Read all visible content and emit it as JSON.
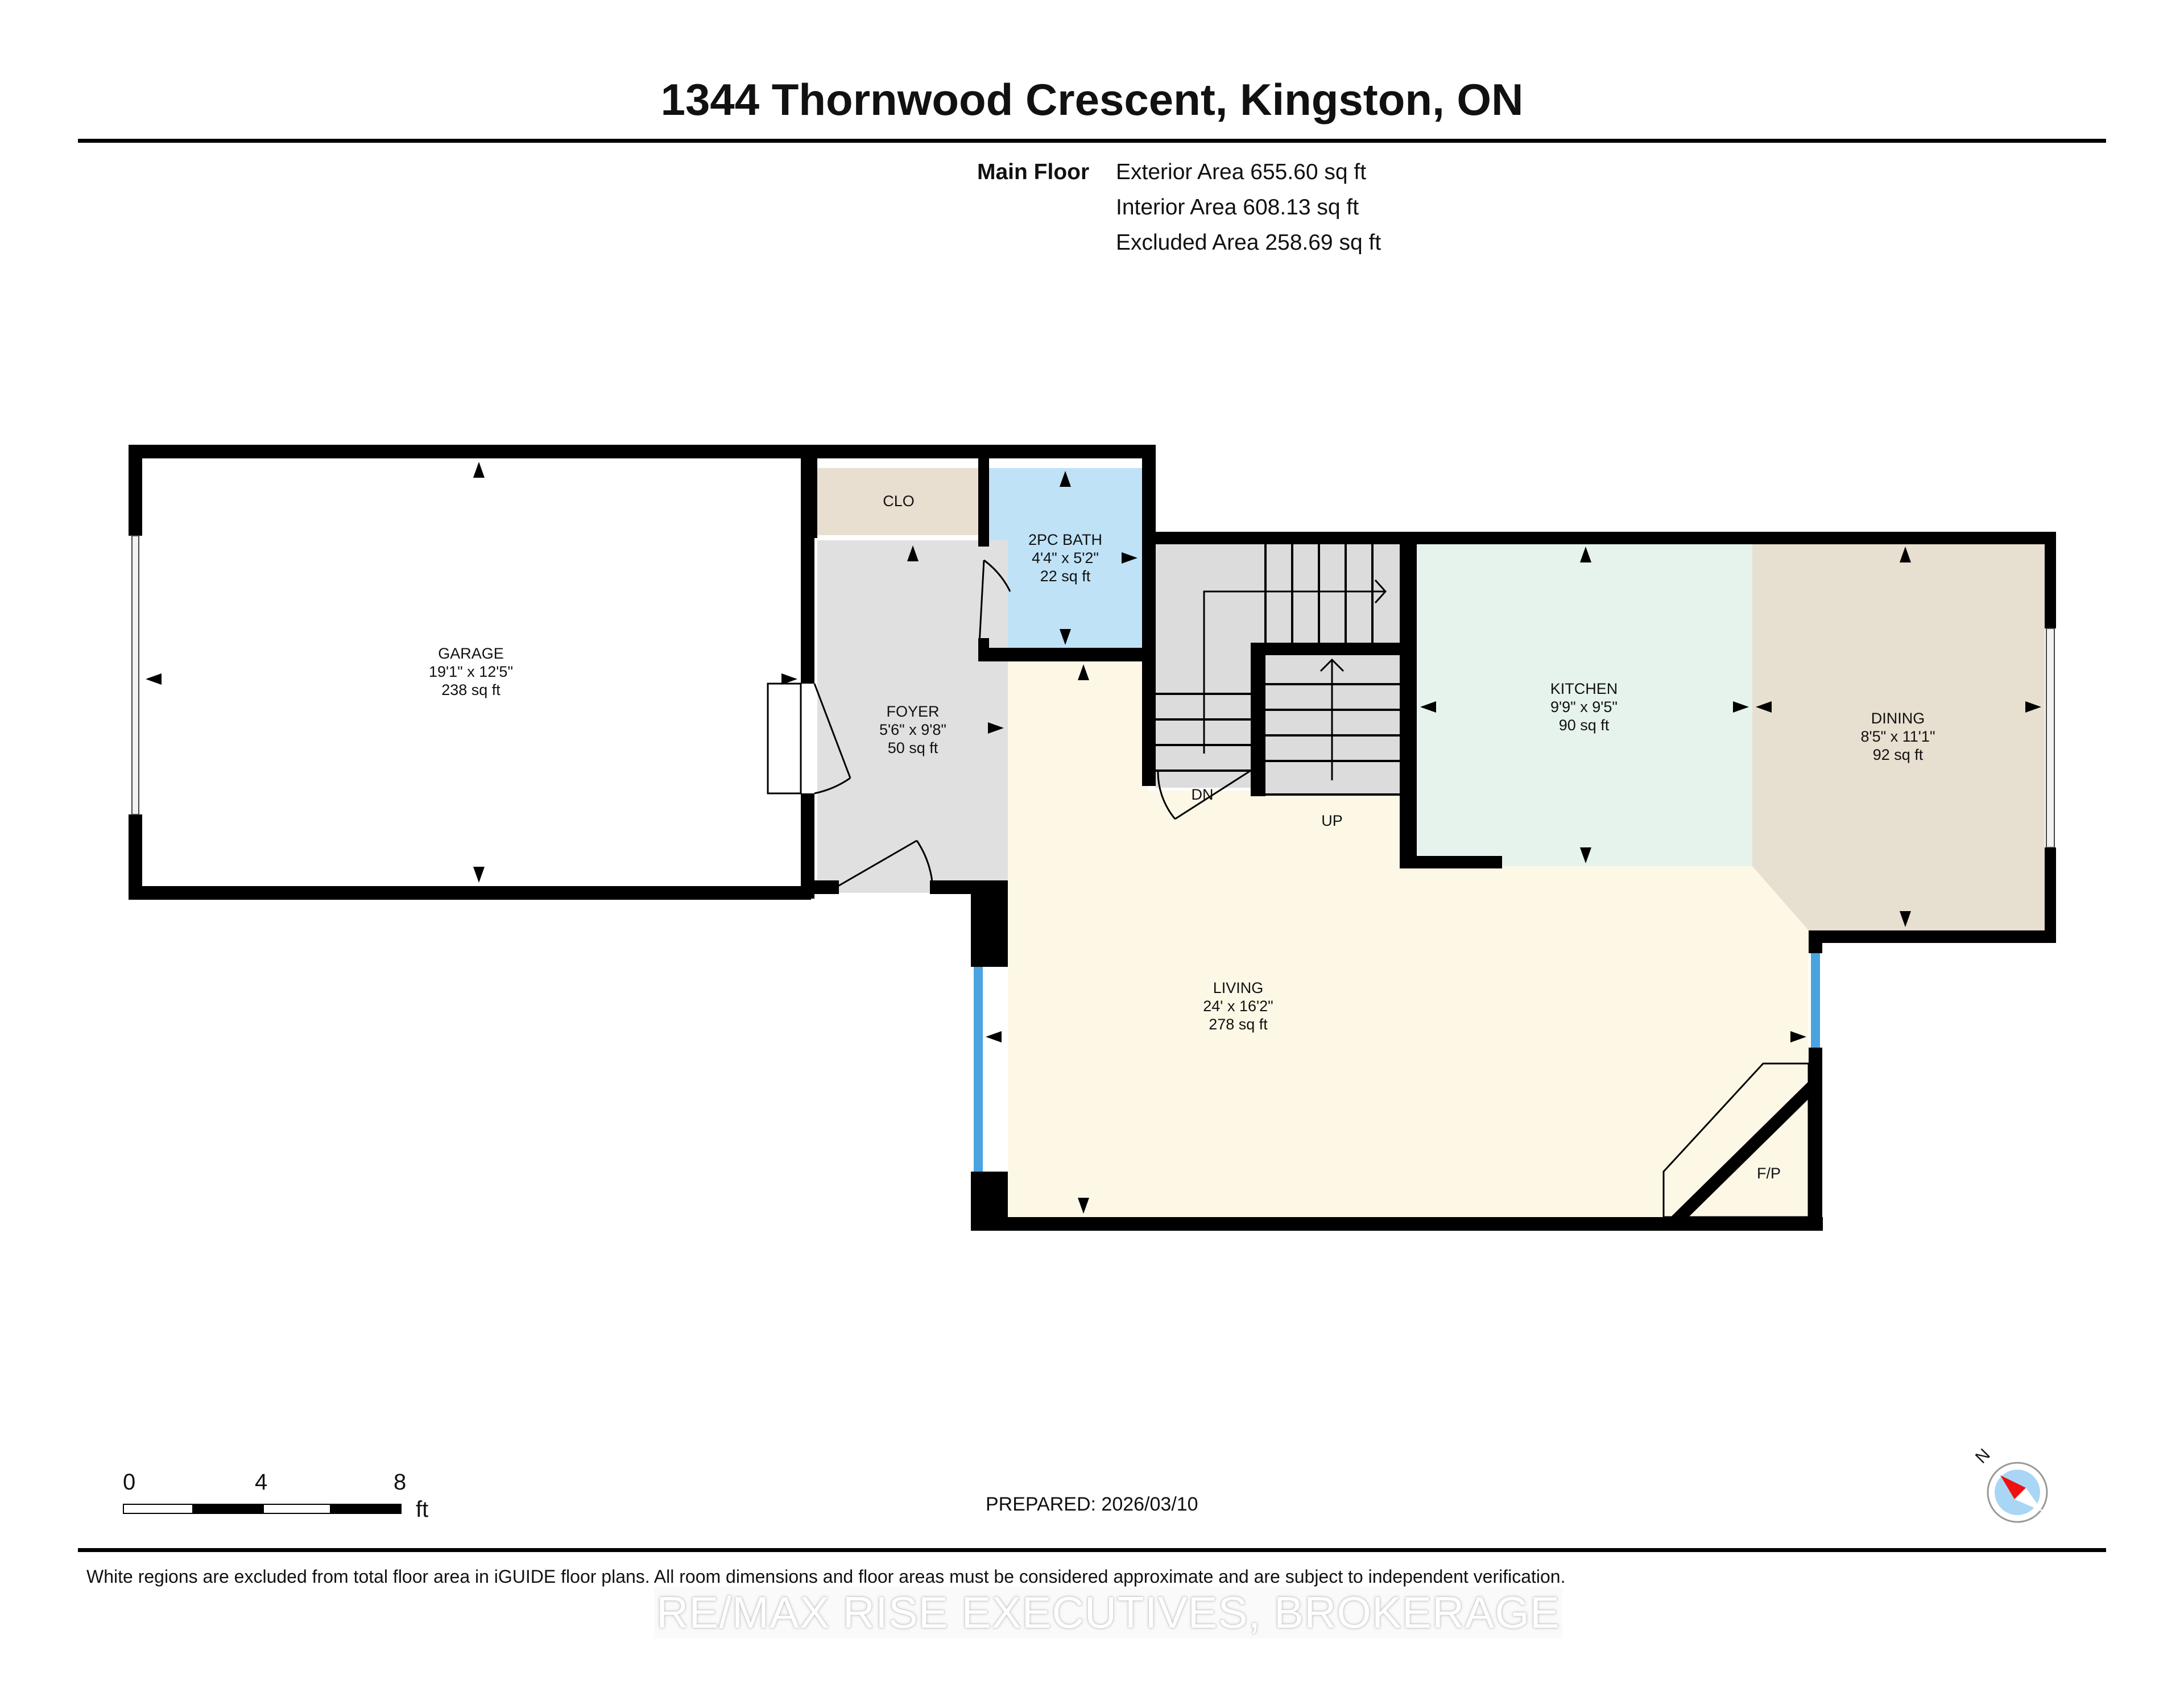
{
  "header": {
    "title": "1344 Thornwood Crescent, Kingston, ON"
  },
  "area_summary": {
    "floor_label": "Main Floor",
    "exterior": "Exterior Area 655.60 sq ft",
    "interior": "Interior Area 608.13 sq ft",
    "excluded": "Excluded Area 258.69 sq ft"
  },
  "rooms": [
    {
      "name": "GARAGE",
      "dims": "19'1\" x 12'5\"",
      "area": "238 sq ft",
      "color": "#ffffff"
    },
    {
      "name": "CLO",
      "dims": "",
      "area": "",
      "color": "#e8dfd0"
    },
    {
      "name": "2PC BATH",
      "dims": "4'4\" x 5'2\"",
      "area": "22 sq ft",
      "color": "#bfe2f7"
    },
    {
      "name": "FOYER",
      "dims": "5'6\" x 9'8\"",
      "area": "50 sq ft",
      "color": "#e0e0e0"
    },
    {
      "name": "KITCHEN",
      "dims": "9'9\" x 9'5\"",
      "area": "90 sq ft",
      "color": "#e6f3ec"
    },
    {
      "name": "DINING",
      "dims": "8'5\" x 11'1\"",
      "area": "92 sq ft",
      "color": "#e7dfd0"
    },
    {
      "name": "LIVING",
      "dims": "24' x 16'2\"",
      "area": "278 sq ft",
      "color": "#fdf8e6"
    }
  ],
  "annotations": {
    "stairs_down": "DN",
    "stairs_up": "UP",
    "fireplace": "F/P"
  },
  "scale_bar": {
    "ticks": [
      "0",
      "4",
      "8"
    ],
    "unit": "ft"
  },
  "compass": {
    "label": "N",
    "needle_color": "#ee1111",
    "dial_color": "#a9d6f5"
  },
  "footer": {
    "prepared": "PREPARED: 2026/03/10",
    "disclaimer": "White regions are excluded from total floor area in iGUIDE floor plans. All room dimensions and floor areas must be considered approximate and are subject to independent verification.",
    "watermark": "RE/MAX RISE EXECUTIVES, BROKERAGE"
  },
  "colors": {
    "wall": "#000000",
    "window": "#4aa3df",
    "stairs": "#dcdcdc"
  }
}
